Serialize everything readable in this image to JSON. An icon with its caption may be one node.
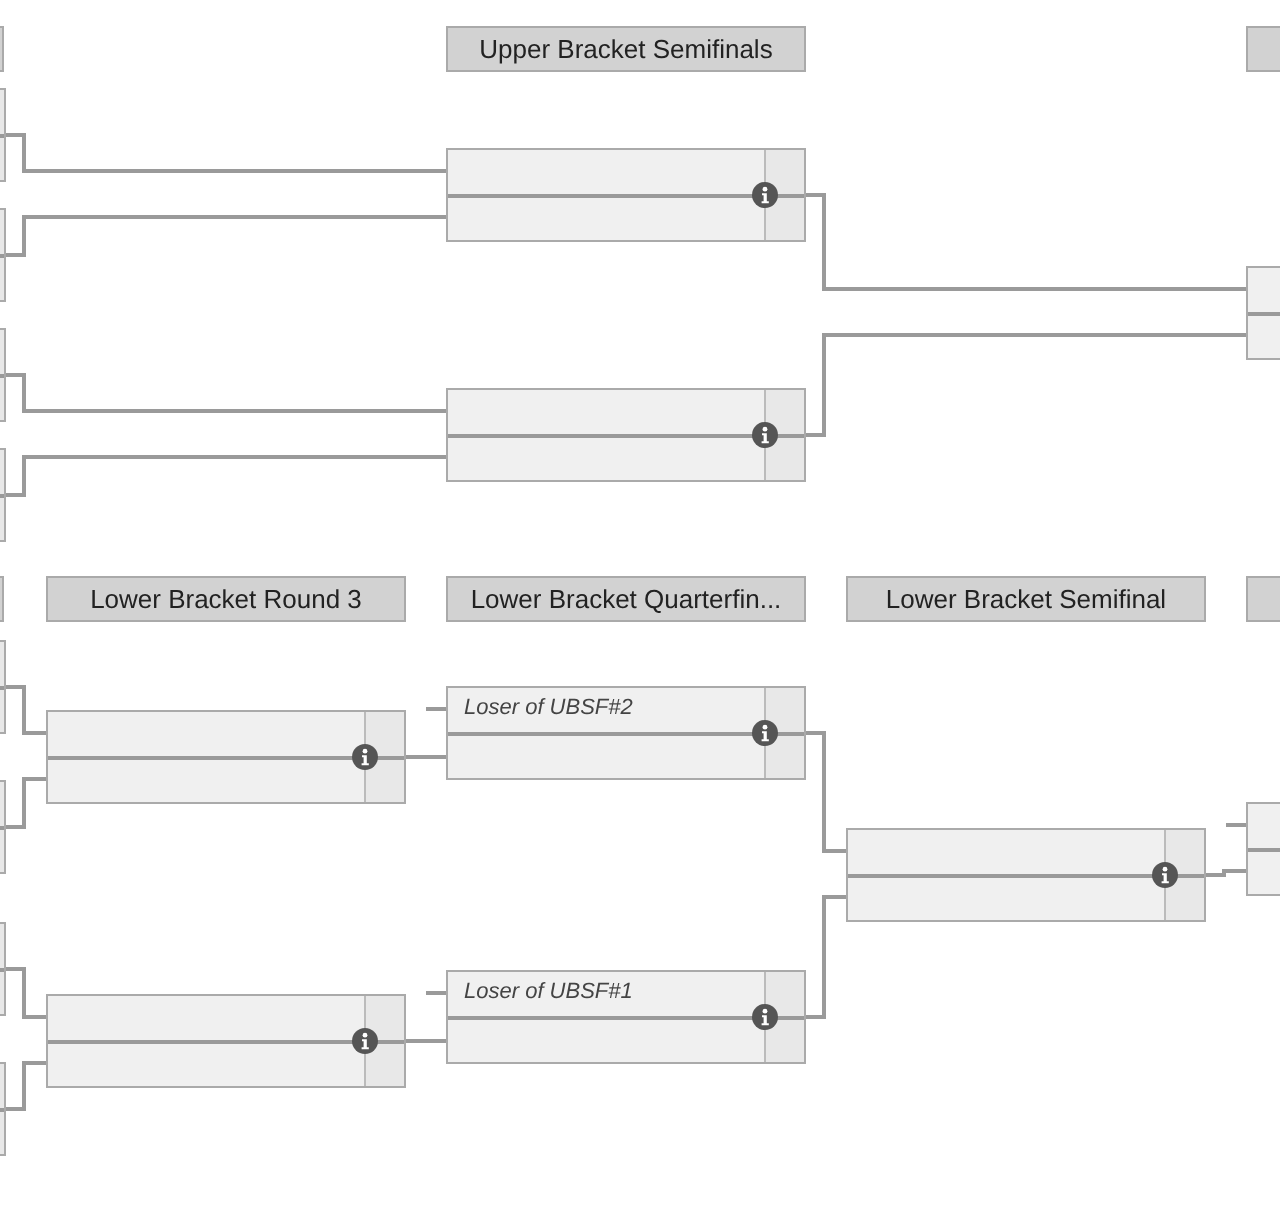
{
  "diagram": {
    "nodes": [
      {
        "text": [],
        "shape": "box"
      },
      {
        "text": [
          "Upper Bracket Semifinals"
        ]
      },
      {
        "text": [],
        "shape": "box"
      },
      {
        "text": [],
        "shape": "box"
      },
      {
        "text": [],
        "shape": "box"
      },
      {
        "text": [],
        "shape": "box"
      },
      {
        "text": [],
        "shape": "box"
      },
      {
        "text": [],
        "shape": "box"
      },
      {
        "text": [],
        "shape": "box"
      },
      {
        "text": [],
        "shape": "box"
      },
      {
        "text": [],
        "shape": "box"
      },
      {
        "text": [
          "Lower Bracket Round 3"
        ]
      },
      {
        "text": [
          "Lower Bracket Quarterfin..."
        ]
      },
      {
        "text": [
          "Lower Bracket Semifinal"
        ]
      },
      {
        "text": [],
        "shape": "box"
      },
      {
        "text": [],
        "shape": "box"
      },
      {
        "text": [],
        "shape": "box"
      },
      {
        "text": [],
        "shape": "box"
      },
      {
        "text": [],
        "shape": "box"
      },
      {
        "text": [],
        "shape": "box"
      },
      {
        "text": [],
        "shape": "box"
      },
      {
        "text": [
          "Loser of UBSF#2"
        ]
      },
      {
        "text": [
          "Loser of UBSF#1"
        ]
      },
      {
        "text": [],
        "shape": "box"
      },
      {
        "text": [],
        "shape": "box"
      }
    ],
    "edges": [
      {
        "from": 3,
        "to": 7,
        "arrow": "none"
      },
      {
        "from": 4,
        "to": 7,
        "arrow": "none"
      },
      {
        "from": 5,
        "to": 8,
        "arrow": "none"
      },
      {
        "from": 6,
        "to": 8,
        "arrow": "none"
      },
      {
        "from": 7,
        "to": 9,
        "arrow": "none"
      },
      {
        "from": 8,
        "to": 9,
        "arrow": "none"
      },
      {
        "from": 15,
        "to": 19,
        "arrow": "none"
      },
      {
        "from": 16,
        "to": 19,
        "arrow": "none"
      },
      {
        "from": 17,
        "to": 20,
        "arrow": "none"
      },
      {
        "from": 18,
        "to": 20,
        "arrow": "none"
      },
      {
        "from": null,
        "to": 21,
        "arrow": "none"
      },
      {
        "from": 19,
        "to": 21,
        "arrow": "none"
      },
      {
        "from": null,
        "to": 22,
        "arrow": "none"
      },
      {
        "from": 20,
        "to": 22,
        "arrow": "none"
      },
      {
        "from": 21,
        "to": 23,
        "arrow": "none"
      },
      {
        "from": 22,
        "to": 23,
        "arrow": "none"
      },
      {
        "from": null,
        "to": 24,
        "arrow": "none"
      },
      {
        "from": 23,
        "to": 24,
        "arrow": "none"
      }
    ]
  }
}
